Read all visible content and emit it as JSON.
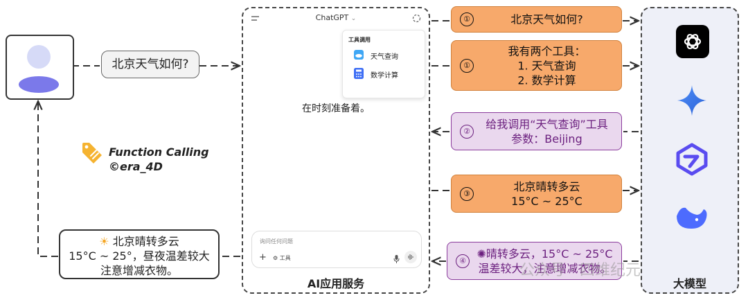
{
  "user_question": "北京天气如何?",
  "answer": {
    "line1": "北京晴转多云",
    "line2": "15°C ~ 25°，昼夜温差较大",
    "line3": "注意增减衣物。"
  },
  "label": {
    "line1": "Function Calling",
    "line2": "©era_4D"
  },
  "app": {
    "title": "AI应用服务",
    "header": "ChatGPT",
    "popup_title": "工具调用",
    "tool1": "天气查询",
    "tool2": "数学计算",
    "ready_text": "在时刻准备着。",
    "input_placeholder": "询问任何问题",
    "tools_label": "工具"
  },
  "steps": [
    {
      "num": "①",
      "lines": [
        "北京天气如何?"
      ]
    },
    {
      "num": "①",
      "lines": [
        "我有两个工具：",
        "1. 天气查询",
        "2. 数学计算"
      ]
    },
    {
      "num": "②",
      "lines": [
        "给我调用“天气查询”工具",
        "参数：Beijing"
      ]
    },
    {
      "num": "③",
      "lines": [
        "北京晴转多云",
        "15°C ~ 25°C"
      ]
    },
    {
      "num": "④",
      "lines": [
        "晴转多云，15°C ~ 25°C",
        "温差较大，注意增减衣物。"
      ]
    }
  ],
  "models_title": "大模型",
  "watermark": "公众号 · 四维纪元",
  "colors": {
    "orange": "#f7a96b",
    "purple": "#ead8ee",
    "purple_text": "#6b1f7e",
    "tag": "#f5b331"
  }
}
